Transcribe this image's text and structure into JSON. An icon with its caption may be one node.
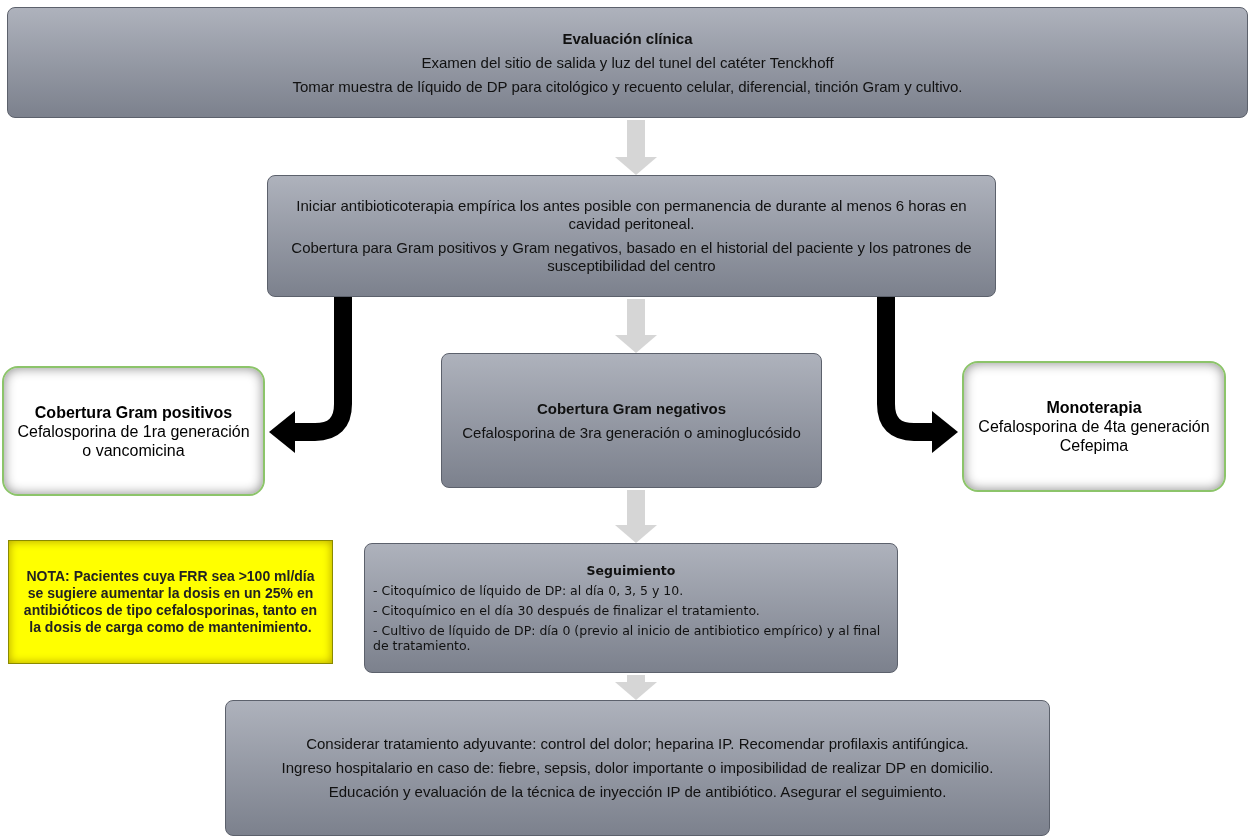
{
  "diagram": {
    "nodes": [
      {
        "text": [
          "Evaluación clínica",
          "Examen del sitio de salida y luz del tunel del catéter Tenckhoff",
          "Tomar muestra de líquido de DP para citológico y recuento celular, diferencial, tinción Gram y cultivo."
        ]
      },
      {
        "text": [
          "Iniciar antibioticoterapia empírica los antes posible con permanencia de durante al menos 6 horas en cavidad peritoneal.",
          "Cobertura para Gram positivos y Gram negativos, basado en el historial del paciente y los patrones de susceptibilidad del centro"
        ]
      },
      {
        "text": [
          "Cobertura Gram positivos",
          "Cefalosporina de 1ra generación o vancomicina"
        ]
      },
      {
        "text": [
          "Cobertura Gram negativos",
          "Cefalosporina de 3ra generación o aminoglucósido"
        ]
      },
      {
        "text": [
          "Monoterapia",
          "Cefalosporina de 4ta generación",
          "Cefepima"
        ]
      },
      {
        "text": [
          "NOTA: Pacientes cuya FRR sea >100 ml/día se sugiere aumentar la dosis en un 25% en antibióticos de tipo cefalosporinas, tanto en la dosis de carga como de mantenimiento."
        ]
      },
      {
        "text": [
          "Seguimiento",
          "- Citoquímico de líquido de DP: al día 0, 3, 5 y 10.",
          "- Citoquímico en el día 30 después de finalizar el tratamiento.",
          "- Cultivo de líquido de DP: día 0 (previo al inicio de antibiotico empírico) y al final de tratamiento."
        ]
      },
      {
        "text": [
          "Considerar tratamiento adyuvante: control del dolor; heparina IP. Recomendar profilaxis antifúngica.",
          "Ingreso hospitalario en caso de: fiebre, sepsis, dolor importante o imposibilidad de realizar DP en domicilio.",
          "Educación y evaluación de la técnica de inyección IP de antibiótico. Asegurar el seguimiento."
        ]
      }
    ],
    "edges": [
      {
        "from": 0,
        "to": 1,
        "arrow": "to"
      },
      {
        "from": 1,
        "to": 2,
        "arrow": "to",
        "color": "#000000"
      },
      {
        "from": 1,
        "to": 3,
        "arrow": "to"
      },
      {
        "from": 1,
        "to": 4,
        "arrow": "to",
        "color": "#000000"
      },
      {
        "from": 3,
        "to": 6,
        "arrow": "to"
      },
      {
        "from": 6,
        "to": 7,
        "arrow": "to"
      }
    ]
  }
}
